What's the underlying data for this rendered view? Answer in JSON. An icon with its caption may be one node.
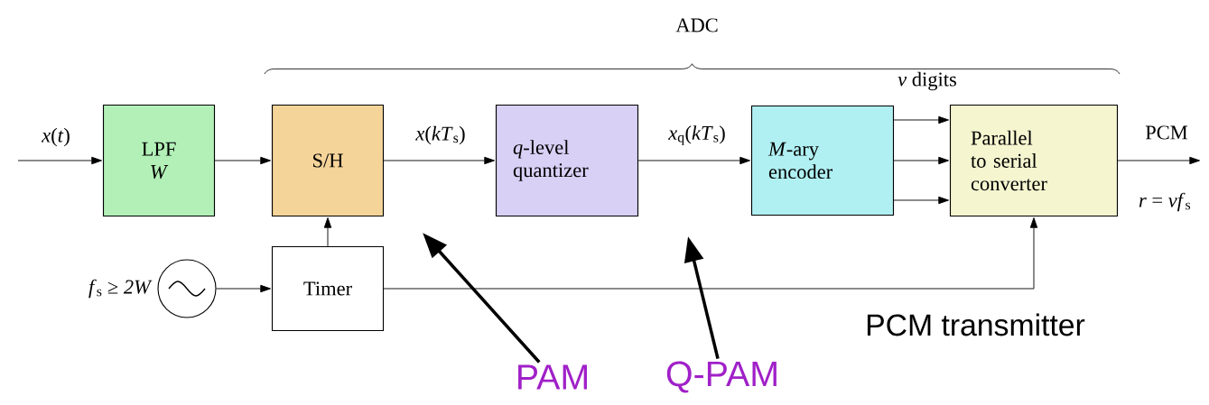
{
  "diagram": {
    "nodes": [
      {
        "text": [
          "LPF *W*"
        ]
      },
      {
        "text": [
          "S/H"
        ]
      },
      {
        "text": [
          "*q*-level quantizer"
        ]
      },
      {
        "text": [
          "*M*-ary encoder"
        ]
      },
      {
        "text": [
          "Parallel to serial converter"
        ]
      },
      {
        "text": [
          "Timer"
        ]
      },
      {
        "text": [],
        "shape": "circle",
        "beside": [
          "*f*$_{s}$ ≥ *2W*"
        ]
      },
      {
        "text": [
          "PAM"
        ]
      },
      {
        "text": [
          "Q-PAM"
        ]
      }
    ],
    "edges": [
      {
        "from": null,
        "to": 0,
        "arrow": "to",
        "label": "*x*(*t*)"
      },
      {
        "from": 0,
        "to": 1,
        "arrow": "to"
      },
      {
        "from": 1,
        "to": 2,
        "arrow": "to",
        "label": "*x*(*kT*$_{s}$)"
      },
      {
        "from": 2,
        "to": 3,
        "arrow": "to",
        "label": "*x*$_{q}$(*kT*$_{s}$)"
      },
      {
        "from": 3,
        "to": 4,
        "arrow": "to"
      },
      {
        "from": 3,
        "to": 4,
        "arrow": "to"
      },
      {
        "from": 3,
        "to": 4,
        "arrow": "to"
      },
      {
        "from": 4,
        "to": null,
        "arrow": "to",
        "label": "PCM"
      },
      {
        "from": 6,
        "to": 5,
        "arrow": "to"
      },
      {
        "from": 5,
        "to": 1,
        "arrow": "to"
      },
      {
        "from": 5,
        "to": 4,
        "arrow": "to"
      },
      {
        "from": 7,
        "to": null,
        "arrow": "to",
        "style": "thick"
      },
      {
        "from": 8,
        "to": null,
        "arrow": "to",
        "style": "thick"
      }
    ],
    "labels": [
      "ADC",
      "*ν* digits",
      "*r* = *νf*$_{s}$",
      "PCM transmitter"
    ]
  }
}
